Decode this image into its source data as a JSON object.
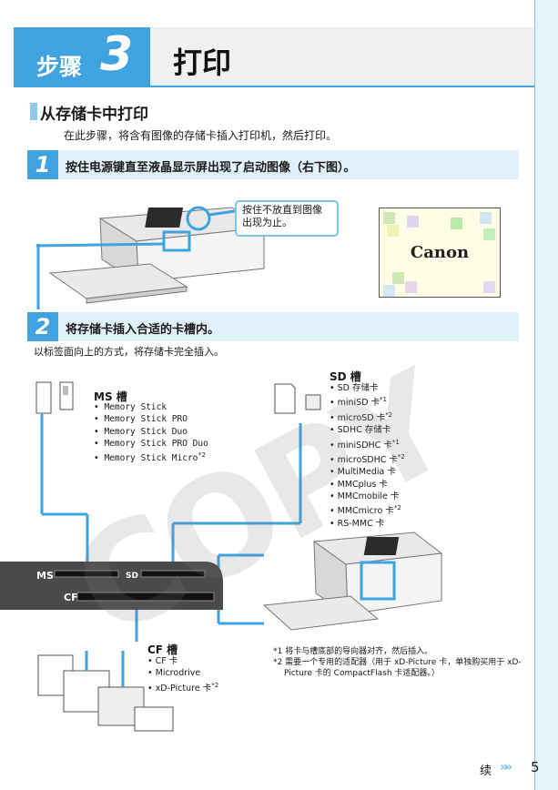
{
  "header": {
    "step_word": "步骤",
    "step_number": "3",
    "title": "打印"
  },
  "section": {
    "title": "从存储卡中打印",
    "intro": "在此步骤，将含有图像的存储卡插入打印机，然后打印。"
  },
  "steps": [
    {
      "number": "1",
      "text": "按住电源键直至液晶显示屏出现了启动图像（右下图）。"
    },
    {
      "number": "2",
      "text": "将存储卡插入合适的卡槽内。",
      "sub": "以标签面向上的方式，将存储卡完全插入。"
    }
  ],
  "callout": "按住不放直到图像出现为止。",
  "canon_screen": {
    "logo": "Canon"
  },
  "ms_slot": {
    "heading": "MS 槽",
    "items": [
      {
        "text": "Memory Stick",
        "sup": ""
      },
      {
        "text": "Memory Stick PRO",
        "sup": ""
      },
      {
        "text": "Memory Stick Duo",
        "sup": ""
      },
      {
        "text": "Memory Stick PRO Duo",
        "sup": ""
      },
      {
        "text": "Memory Stick Micro",
        "sup": "*2"
      }
    ]
  },
  "sd_slot": {
    "heading": "SD 槽",
    "items": [
      {
        "text": "SD 存储卡",
        "sup": ""
      },
      {
        "text": "miniSD 卡",
        "sup": "*1"
      },
      {
        "text": "microSD 卡",
        "sup": "*2"
      },
      {
        "text": "SDHC 存储卡",
        "sup": ""
      },
      {
        "text": "miniSDHC 卡",
        "sup": "*1"
      },
      {
        "text": "microSDHC 卡",
        "sup": "*2"
      },
      {
        "text": "MultiMedia 卡",
        "sup": ""
      },
      {
        "text": "MMCplus 卡",
        "sup": ""
      },
      {
        "text": "MMCmobile 卡",
        "sup": ""
      },
      {
        "text": "MMCmicro 卡",
        "sup": "*2"
      },
      {
        "text": "RS-MMC 卡",
        "sup": ""
      }
    ]
  },
  "cf_slot": {
    "heading": "CF 槽",
    "items": [
      {
        "text": "CF 卡",
        "sup": ""
      },
      {
        "text": "Microdrive",
        "sup": ""
      },
      {
        "text": "xD-Picture 卡",
        "sup": "*2"
      }
    ]
  },
  "slot_labels": {
    "ms": "MS",
    "sd": "SD",
    "cf": "CF"
  },
  "notes": [
    "*1 将卡与槽底部的导向器对齐，然后插入。",
    "*2 需要一个专用的适配器（用于 xD-Picture 卡，单独购买用于 xD-Picture 卡的 CompactFlash 卡适配器。）"
  ],
  "footer": {
    "continue": "续",
    "arrows": "»»",
    "page": "5"
  },
  "watermark": "COPY",
  "colors": {
    "accent": "#3ea3de",
    "light": "#e1f1fa"
  }
}
